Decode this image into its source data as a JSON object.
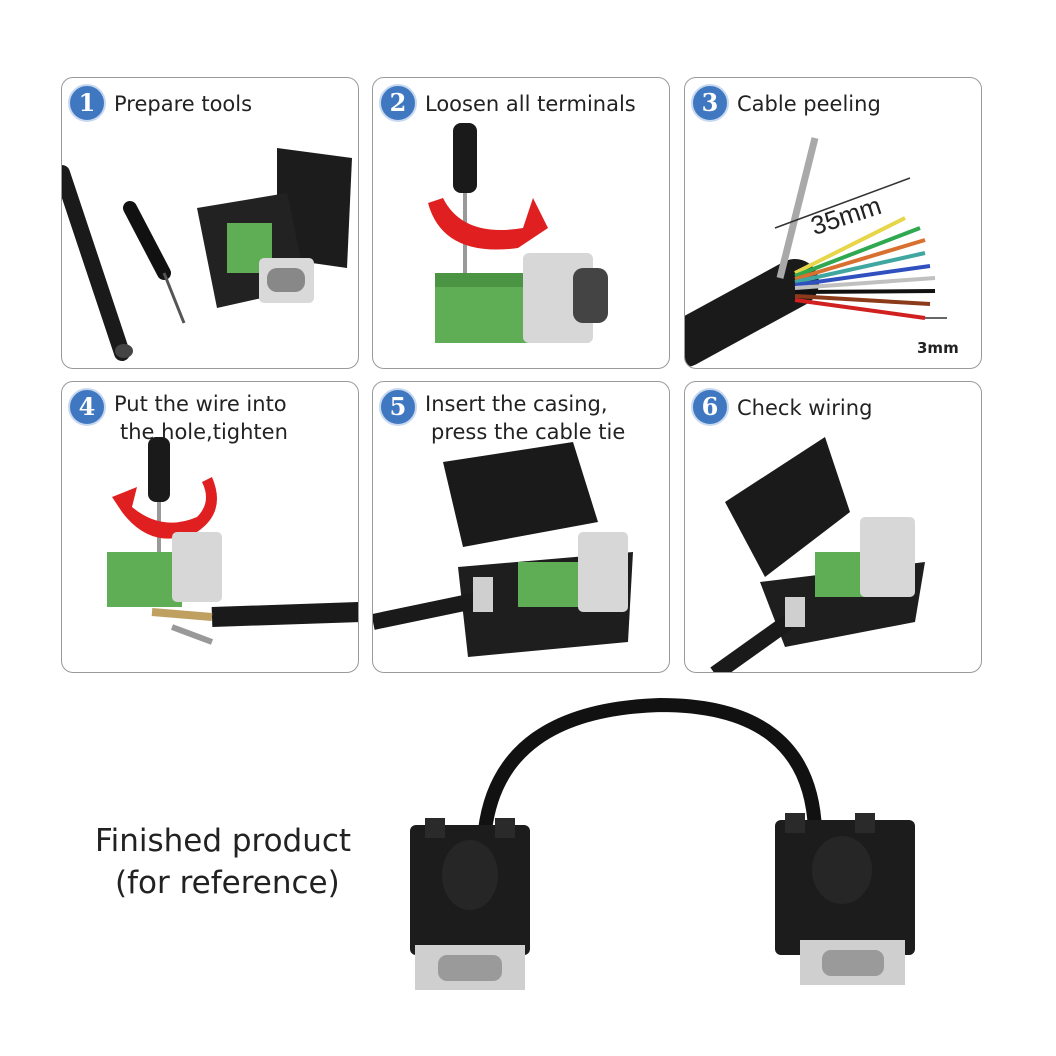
{
  "steps": [
    {
      "num": "1",
      "title": "Prepare tools"
    },
    {
      "num": "2",
      "title": "Loosen all terminals"
    },
    {
      "num": "3",
      "title": "Cable peeling",
      "dim_a": "35mm",
      "dim_b": "3mm"
    },
    {
      "num": "4",
      "title_line1": "Put the wire into",
      "title_line2": "the hole,tighten"
    },
    {
      "num": "5",
      "title_line1": "Insert the casing,",
      "title_line2": "press the cable tie"
    },
    {
      "num": "6",
      "title": "Check wiring"
    }
  ],
  "finished": {
    "line1": "Finished product",
    "line2": "(for reference)"
  },
  "colors": {
    "badge": "#3f78c0",
    "terminal_green": "#5fae55",
    "arrow_red": "#e02020",
    "housing": "#1a1a1a"
  }
}
